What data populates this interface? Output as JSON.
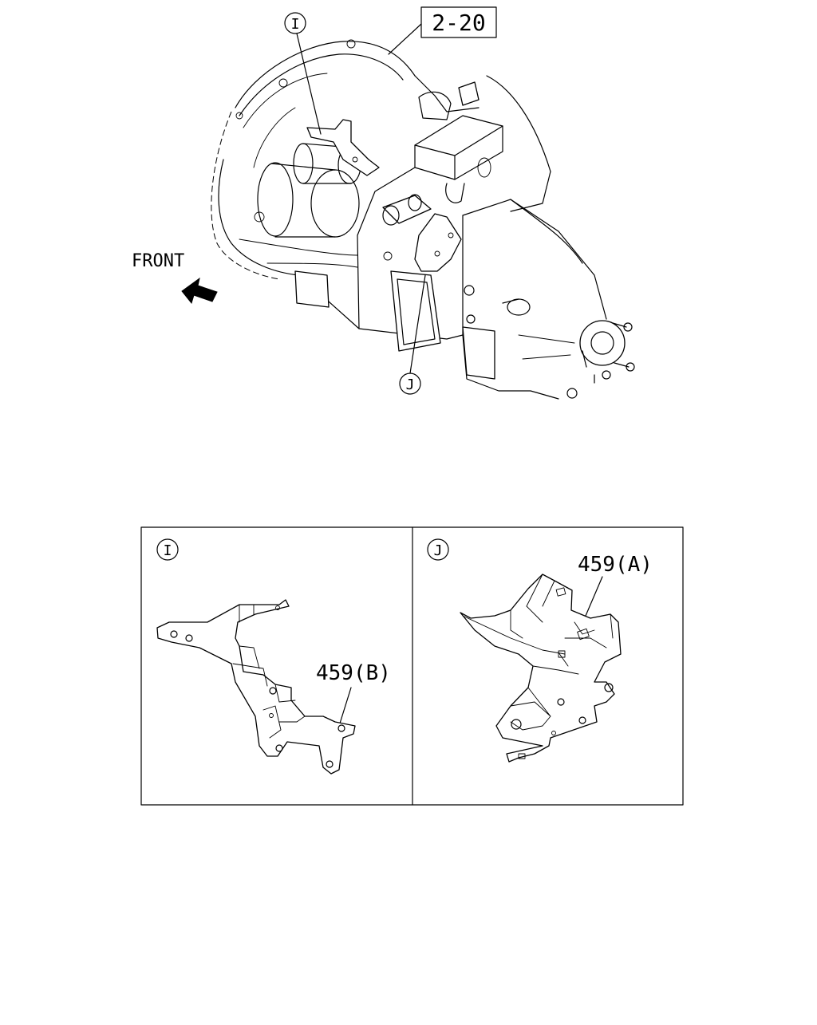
{
  "page_ref": "2-20",
  "direction_label": "FRONT",
  "callouts": {
    "i": "I",
    "j": "J"
  },
  "detail_panels": [
    {
      "id": "I",
      "part_label": "459(B)"
    },
    {
      "id": "J",
      "part_label": "459(A)"
    }
  ],
  "colors": {
    "line": "#000000",
    "background": "#ffffff"
  }
}
